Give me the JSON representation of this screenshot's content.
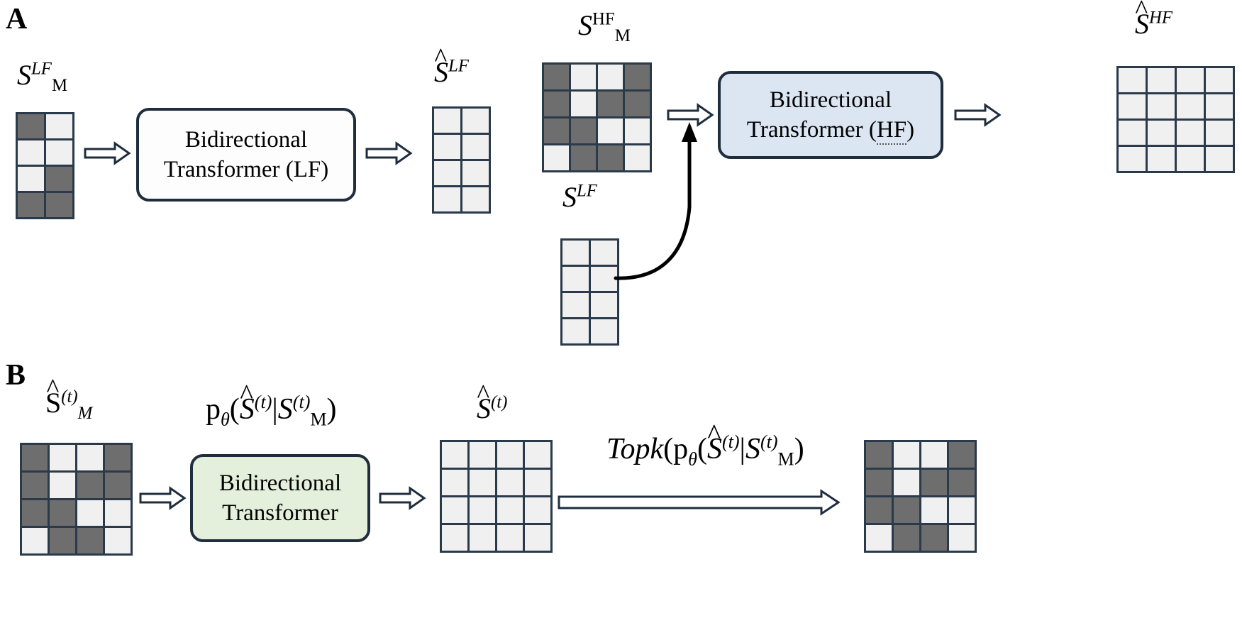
{
  "figure": {
    "type": "diagram",
    "description": "Two-panel schematic of masked bidirectional transformer generation",
    "colors": {
      "stroke": "#2b3a4a",
      "box_stroke": "#1f2d3d",
      "cell_light": "#f0f0f0",
      "cell_dark": "#6e6e6e",
      "box_blue": "#dce6f2",
      "box_green": "#e4efdc",
      "box_white": "#fdfdfd"
    }
  },
  "panels": {
    "a": {
      "letter": "A",
      "masked_lf": {
        "label_base": "S",
        "label_sub": "M",
        "label_sup": "LF",
        "rows": 4,
        "cols": 2,
        "cells": [
          [
            "dark",
            "light"
          ],
          [
            "light",
            "light"
          ],
          [
            "light",
            "dark"
          ],
          [
            "dark",
            "dark"
          ]
        ]
      },
      "transformer_lf": {
        "line1": "Bidirectional",
        "line2": "Transformer (LF)",
        "style": "plain"
      },
      "pred_lf": {
        "label_base": "S",
        "label_sup": "LF",
        "label_hat": "^",
        "rows": 4,
        "cols": 2,
        "cells": [
          [
            "light",
            "light"
          ],
          [
            "light",
            "light"
          ],
          [
            "light",
            "light"
          ],
          [
            "light",
            "light"
          ]
        ]
      },
      "masked_hf": {
        "label_base": "S",
        "label_sub": "M",
        "label_sup": "HF",
        "rows": 4,
        "cols": 4,
        "cells": [
          [
            "dark",
            "light",
            "light",
            "dark"
          ],
          [
            "dark",
            "light",
            "dark",
            "dark"
          ],
          [
            "dark",
            "dark",
            "light",
            "light"
          ],
          [
            "light",
            "dark",
            "dark",
            "light"
          ]
        ]
      },
      "cond_lf": {
        "label_base": "S",
        "label_sup": "LF",
        "rows": 4,
        "cols": 2,
        "cells": [
          [
            "light",
            "light"
          ],
          [
            "light",
            "light"
          ],
          [
            "light",
            "light"
          ],
          [
            "light",
            "light"
          ]
        ]
      },
      "transformer_hf": {
        "line1": "Bidirectional",
        "line2_prefix": "Transformer (",
        "line2_spell": "HF",
        "line2_suffix": ")",
        "style": "blue"
      },
      "pred_hf": {
        "label_base": "S",
        "label_sup": "HF",
        "label_hat": "^",
        "rows": 4,
        "cols": 4,
        "cells": [
          [
            "light",
            "light",
            "light",
            "light"
          ],
          [
            "light",
            "light",
            "light",
            "light"
          ],
          [
            "light",
            "light",
            "light",
            "light"
          ],
          [
            "light",
            "light",
            "light",
            "light"
          ]
        ]
      }
    },
    "b": {
      "letter": "B",
      "masked_t": {
        "label_base": "S",
        "label_sub": "M",
        "label_sup": "(t)",
        "label_hat": "^",
        "rows": 4,
        "cols": 4,
        "cells": [
          [
            "dark",
            "light",
            "light",
            "dark"
          ],
          [
            "dark",
            "light",
            "dark",
            "dark"
          ],
          [
            "dark",
            "dark",
            "light",
            "light"
          ],
          [
            "light",
            "dark",
            "dark",
            "light"
          ]
        ]
      },
      "prob_formula": {
        "p": "p",
        "theta": "θ",
        "open": "(",
        "shat": "S",
        "shat_hat": "^",
        "sup1": "(t)",
        "bar": "|",
        "s2": "S",
        "sub2": "M",
        "sup2": "(t)",
        "close": ")"
      },
      "transformer": {
        "line1": "Bidirectional",
        "line2": "Transformer",
        "style": "green"
      },
      "pred_t": {
        "label_base": "S",
        "label_sup": "(t)",
        "label_hat": "^",
        "rows": 4,
        "cols": 4,
        "cells": [
          [
            "light",
            "light",
            "light",
            "light"
          ],
          [
            "light",
            "light",
            "light",
            "light"
          ],
          [
            "light",
            "light",
            "light",
            "light"
          ],
          [
            "light",
            "light",
            "light",
            "light"
          ]
        ]
      },
      "topk_formula": {
        "topk": "Topk",
        "open": "(",
        "p": "p",
        "theta": "θ",
        "open2": "(",
        "shat": "S",
        "shat_hat": "^",
        "sup1": "(t)",
        "bar": "|",
        "s2": "S",
        "sub2": "M",
        "sup2": "(t)",
        "close": ")"
      },
      "result_t": {
        "rows": 4,
        "cols": 4,
        "cells": [
          [
            "dark",
            "light",
            "light",
            "dark"
          ],
          [
            "dark",
            "light",
            "dark",
            "dark"
          ],
          [
            "dark",
            "dark",
            "light",
            "light"
          ],
          [
            "light",
            "dark",
            "dark",
            "light"
          ]
        ]
      }
    }
  }
}
